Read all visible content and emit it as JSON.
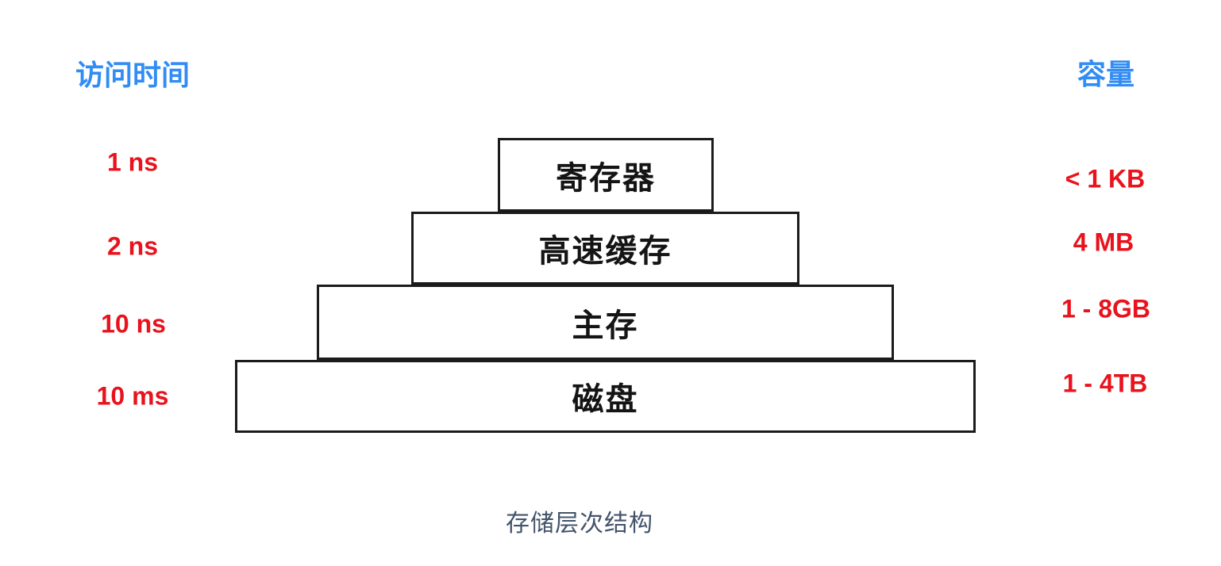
{
  "page": {
    "caption": "存储层次结构",
    "background": "#FFFFFF"
  },
  "headers": {
    "left": "访问时间",
    "right": "容量"
  },
  "colors": {
    "header-blue": "#318CF4",
    "label-red": "#E8131D",
    "box-border": "#1B1B1B",
    "caption-gray": "#44546A",
    "page-bg": "#FFFFFF"
  },
  "levels": [
    {
      "name": "寄存器",
      "access_time": "1 ns",
      "capacity": "< 1 KB"
    },
    {
      "name": "高速缓存",
      "access_time": "2 ns",
      "capacity": "4 MB"
    },
    {
      "name": "主存",
      "access_time": "10 ns",
      "capacity": "1 - 8GB"
    },
    {
      "name": "磁盘",
      "access_time": "10 ms",
      "capacity": "1 - 4TB"
    }
  ]
}
